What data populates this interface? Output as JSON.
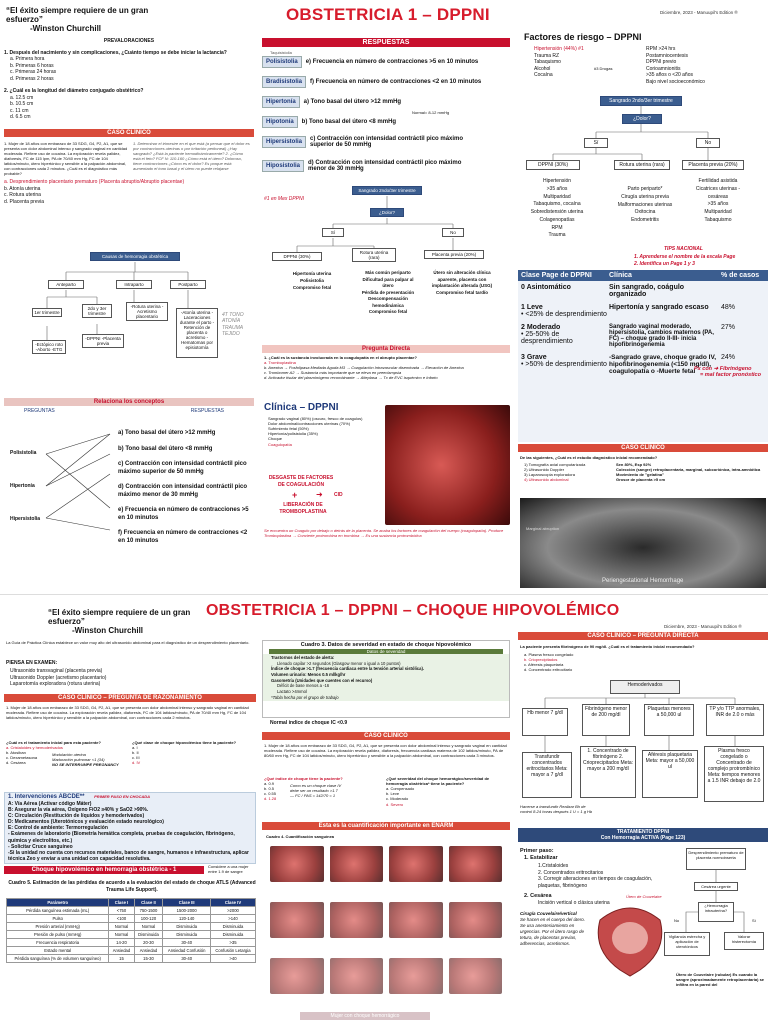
{
  "top": {
    "quote": "“El éxito siempre requiere de un gran esfuerzo”",
    "author": "-Winston Churchill",
    "title": "OBSTETRICIA 1 – DPPNI",
    "date": "Diciembre, 2023 - Manuupil's Edition ®",
    "prevalence_title": "PREVALORACIONES",
    "q1": "1. Después del nacimiento y sin complicaciones, ¿Cuánto tiempo se debe iniciar la lactancia?",
    "q1_opts": [
      "a.   Primera hora",
      "b.   Primeras 6 horas",
      "c.   Primeras 24 horas",
      "d.   Primeras 2 horas"
    ],
    "q2": "2. ¿Cuál es la longitud del diámetro conjugado obstétrico?",
    "q2_opts": [
      "a.   12.5 cm",
      "b.   10.5 cm",
      "c.   11 cm",
      "d.   6.5 cm"
    ],
    "case_title": "CASO CLÍNICO",
    "case_text": "1.  Mujer de 18 años con embarazo de 33 SDG, G4, P2, A1, que se presenta con dolor abdominal intenso y sangrado vaginal en cantidad moderada. Refiere uso de cocaína. La exploración revela palidez, diaforesis, FC de 115 lpm, PA de 70/40 mm Hg, FC de 104 latidos/minuto, útero hipertónico y sensible a la palpación abdominal, con contracciones cada 2 minutos. ¿Cuál es el diagnóstico más probable?",
    "case_side": "1. Determinar el trimestre en el que está (a pensar que el dolor es por contracciones uterinas o por irritación peritoneal) ¿Hay sangrado? ¿Está la paciente hemodinámicamente? 2. ¿Cómo está el feto? FCF N: 110-160 ¿Cómo está el útero? Doloroso, tiene contracciones ¿Cómo es el dolor? Es porque está aumentado el tono basal y el útero no puede relajarse",
    "case_answer": "a.  Desprendimiento placentario prematuro (Placenta abruptio/Abruptio placentae)",
    "case_opts": [
      "b.  Atonía uterina",
      "c.  Rotura uterina",
      "d.  Placenta previa"
    ],
    "diagram_title": "Causas de hemorragia obstétrica",
    "diagram_cols": [
      "Anteparto",
      "Intraparto",
      "Postparto"
    ],
    "diagram_ante": [
      "1er trimestre",
      "2do y 3er trimestre",
      "-Ectópico roto -Aborto -ETG",
      "-DPPNI -Placenta previa"
    ],
    "diagram_intra": [
      "-Rotura uterina -Acretismo placentario"
    ],
    "diagram_post": [
      "-Atonía uterina -Laceraciones durante el parto -Retención de placenta o acretismo -Hematomas por episiotomía"
    ],
    "diagram_note": "4T TONO ATONÍA TRAUMA TEJIDO",
    "relate_title": "Relaciona los conceptos",
    "relate_left_head": "PREGUNTAS",
    "relate_right_head": "RESPUESTAS",
    "relate_left": [
      "Polisistolia",
      "Hipertonía",
      "Hipersistolia"
    ],
    "relate_right": [
      "a) Tono basal del útero >12 mmHg",
      "b) Tono basal del útero <8 mmHg",
      "c) Contracción con intensidad contráctil pico máximo superior de 50 mmHg",
      "d) Contracción con intensidad contráctil pico máximo menor de 30 mmHg",
      "e) Frecuencia en número de contracciones >5 en 10 minutos",
      "f) Frecuencia en número de contracciones <2 en 10 minutos"
    ]
  },
  "respuestas": {
    "title": "RESPUESTAS",
    "sub": "Taquisistolia",
    "rows": [
      {
        "k": "Polisistolia",
        "v": "e) Frecuencia en número de contracciones >5 en 10 minutos"
      },
      {
        "k": "Bradisistolia",
        "v": "f) Frecuencia en número de contracciones <2 en 10 minutos"
      },
      {
        "k": "Hipertonía",
        "v": "a) Tono basal del útero >12 mmHg"
      },
      {
        "k": "Hipotonía",
        "v": "b) Tono basal del útero <8 mmHg"
      },
      {
        "k": "Hipersistolia",
        "v": "c) Contracción con intensidad contráctil pico máximo superior de 50 mmHg"
      },
      {
        "k": "Hiposistolia",
        "v": "d) Contracción con intensidad contráctil pico máximo menor de 30 mmHg"
      }
    ],
    "normal": "Normal= 8-12 mmHg",
    "mex": "#1 en Mex DPPNI",
    "flow_top": "Sangrado 2ndo/3er trimestre",
    "flow_dolor": "¿Dolor?",
    "flow_si": "Sí",
    "flow_no": "No",
    "flow_a": "DPPNI (30%)",
    "flow_b": "Rotura uterina (rara)",
    "flow_c": "Placenta previa (20%)",
    "flow_a_list": [
      "Hipertonía uterina",
      "Polisistolia",
      "Compromiso fetal"
    ],
    "flow_b_list": [
      "Más común periparto",
      "Dificultad para palpar al útero",
      "Pérdida de presentación",
      "Descompensación hemodinámica",
      "Compromiso fetal"
    ],
    "flow_c_list": [
      "Útero sin alteración clínica aparente, placenta con implantación alterada (USG)",
      "Compromiso fetal tardío"
    ],
    "pd_title": "Pregunta Directa",
    "pd_items": [
      "1.  ¿Cuál es la sustancia involucrada en la coagulopatía en el abrupto placentae?",
      "a.  Tromboplastina",
      "b.  Anexina → Fosfolipasa Mediada Aguda M3 → Coagulación Intravascular diseminada → Elevación de Anexina",
      "c.  Trombomer A2 → Sustancia más importante que se eleva en preeclampsia",
      "d.  Activador tisular del plasminógeno recombinante → Alteplasa → Tx de EVC isquémico e Infarto"
    ],
    "clin_title": "Clínica – DPPNI",
    "clin_items": [
      "Sangrado vaginal (80%) (oscuro, fresco de coagulos)",
      "Dolor abdominal/contracciones uterinas (70%)",
      "Sufrimiento fetal (50%)",
      "Hipertonía/polisistolia (35%)",
      "Choque",
      "Coagulopatía"
    ],
    "desgaste": "DESGASTE DE FACTORES DE COAGULACIÓN",
    "cid": "CID",
    "lib": "LIBERACIÓN DE TROMBOPLASTINA",
    "couv": "Se encuentra un Coagulo por debajo o detrás de la placenta. Se acaba los factores de coagulación del cuerpo (coagulopatía). Produce Tromboplastina → Convierte protrombina en trombina → Es una sustancia protrombótica"
  },
  "right": {
    "date": "Diciembre, 2023 - Manuupil's Edition ®",
    "fr_title": "Factores de riesgo – DPPNI",
    "fr_left": [
      "Hipertensión (44%) #1",
      "Trauma RZ",
      "Tabaquismo",
      "Alcohol",
      "Cocaína"
    ],
    "fr_drugs": "#3 Drogas",
    "fr_right": [
      "RPM >24 hrs",
      "Postamniocentesis",
      "DPPNI previo",
      "Corioamnionitis",
      ">35 años o <20 años",
      "Bajo nivel socioeconómico"
    ],
    "flow_top": "Sangrado 2ndo/3er trimestre",
    "flow_dolor": "¿Dolor?",
    "flow_si": "Sí",
    "flow_no": "No",
    "flow_a": "DPPNI (30%)",
    "flow_b": "Rotura uterina (rara)",
    "flow_c": "Placenta previa (20%)",
    "list_a": [
      "Hipertensión",
      ">35 años",
      "Multiparidad",
      "Tabaquismo, cocaína",
      "Sobredistensión uterina",
      "Colagenopatías",
      "RPM",
      "Trauma"
    ],
    "list_b": [
      "Parto periparto*",
      "Cirugía uterina previa",
      "Malformaciones uterinas",
      "Oxitocina",
      "Endometritis"
    ],
    "list_c": [
      "Fertilidad asistida",
      "Cicatrices uterinas - cesáreas",
      ">35 años",
      "Multiparidad",
      "Tabaquismo"
    ],
    "tips_title": "TIPS NACIONAL",
    "tips": [
      "1. Aprenderse el nombre de la escala Page",
      "2. Identifica un Page 1 y 3"
    ],
    "cls_head": [
      "Clase Page de DPPNI",
      "Clínica",
      "% de casos"
    ],
    "cls": [
      {
        "c": "0 Asintomático",
        "d": "",
        "k": "Sin sangrado, coágulo organizado",
        "p": ""
      },
      {
        "c": "1 Leve",
        "d": "• <25% de desprendimiento",
        "k": "Hipertonía y sangrado escaso",
        "p": "48%"
      },
      {
        "c": "2 Moderado",
        "d": "• 25-50% de desprendimiento",
        "k": "Sangrado vaginal moderado, hipersistolia, cambios maternos (PA, FC) – choque grado II-III- inicia hipofibrinogenemia",
        "p": "27%"
      },
      {
        "c": "3 Grave",
        "d": "• >50% de desprendimiento",
        "k": "-Sangrado grave, choque grado IV, hipofibrinogenemia (<150 mg/dl), coagulopatía o -Muerte fetal",
        "p": "24%"
      }
    ],
    "px_con": "Px con",
    "fibrino": "Fibrinógeno",
    "mal_factor": "= mal factor pronóstico",
    "case_title": "CASO CLÍNICO",
    "case_q": "De las siguientes, ¿Cuál es el estudio diagnóstico inicial recomendado?",
    "case_opts": [
      "1)  Tomografía axial computarizada",
      "2)  Ultrasonido Doppler",
      "3)  Laparoscopia exploradora",
      "4)  Ultrasonido abdominal"
    ],
    "case_facts": [
      "Sen 80%, Esp 92%",
      "Colección (sangre) retroplacentaria, marginal, subcoriónica, intra-amniótica",
      "Movimiento de \"gelatina\"",
      "Grosor de placenta >5 cm"
    ],
    "us_label": "Periengestational Hemorrhage",
    "us_label2": "Marginal abruption"
  },
  "bottom": {
    "quote": "“El éxito siempre requiere de un gran esfuerzo”",
    "author": "-Winston Churchill",
    "title": "OBSTETRICIA 1 – DPPNI – CHOQUE HIPOVOLÉMICO",
    "date": "Diciembre, 2023 - Manuupil's Edition ®",
    "intro": "La Guía de Práctica Clínica establece un valor muy alto del ultrasonido abdominal para el diagnóstico de un desprendimiento placentario.",
    "pensar": "PIENSA EN EXAMEN:",
    "pensar_items": [
      "Ultrasonido transvaginal (placenta previa)",
      "Ultrasonido Doppler (acretismo placentario)",
      "Laparotomía exploradora (rotura uterina)"
    ],
    "razon_title": "CASO CLÍNICO – PREGUNTA DE RAZONAMIENTO",
    "razon_text": "1.  Mujer de 18 años con embarazo de 33 SDG, G4, P2, A1, que se presenta con dolor abdominal intenso y sangrado vaginal en cantidad moderada. Refiere uso de cocaína. La exploración revela palidez, diaforesis, FC de 104 latidos/minuto, PA de 70/40 mm Hg, FC de 104 latidos/minuto, útero hipertónico y sensible a la palpación abdominal, con contracciones cada 2 minutos.",
    "tx_q": "¿Cuál es el tratamiento inicial para esta paciente?",
    "tx_opts": [
      "a.  Cristaloides y hemoderivados",
      "b.  Atosiban",
      "c.  Dexametasona",
      "d.  Cesárea"
    ],
    "tx_notes": [
      "Modulación uterina",
      "Maduración pulmonar <1 (34)",
      "NO SE INTERRUMPE PREGNANCY"
    ],
    "grade_q": "¿Qué clase de choque hipovolémico tiene la paciente?",
    "grade_opts": [
      "a.  I",
      "b.  II",
      "c.  III",
      "d.  IV"
    ],
    "abcde_title": "1. Intervenciones ABCDE**",
    "abcde_red": "PRIMER PASO EN CHOCADA",
    "abcde": [
      "A: Vía Aérea (Activar código Máter)",
      "B: Asegurar la vía aérea, Oxígeno FiO2 ≥40% y SaO2 >90%.",
      "C: Circulación (Restitución de líquidos y hemoderivados)",
      "D: Medicamentos (Uterotónicos y evaluación estado neurológico)",
      "E: Control de ambiente: Termorregulación",
      "- Exámenes de laboratorio (Biometría hemática completa, pruebas de coagulación, fibrinógeno, química y electrolitos, etc.)",
      "- Solicitar Cruce sanguíneo",
      "-Si la unidad no cuenta con recursos materiales, banco de sangre, humanos e infraestructura, aplicar técnica Zeo y enviar a una unidad con capacidad resolutiva."
    ],
    "choque_title": "Choque hipovolémico en hemorragia obstétrica - 1",
    "choque_side": "Considere a una mujer entre 1.9 de sangre",
    "atls_title": "Cuadro 5.  Estimación de las pérdidas de acuerdo a la evaluación del estado de choque ATLS (Advanced Trauma Life Support).",
    "atls_head": [
      "Parámetro",
      "Clase I",
      "Clase II",
      "Clase III",
      "Clase IV"
    ],
    "atls_rows": [
      [
        "Pérdida sanguínea estimada (mL)",
        "<750",
        "750-1500",
        "1500-2000",
        ">2000"
      ],
      [
        "Pulso",
        "<100",
        "100-120",
        "120-140",
        ">140"
      ],
      [
        "Presión arterial (mmHg)",
        "Normal",
        "Normal",
        "Disminuida",
        "Disminuida"
      ],
      [
        "Presión de pulso (mmHg)",
        "Normal",
        "Disminuida",
        "Disminuida",
        "Disminuida"
      ],
      [
        "Frecuencia respiratoria",
        "14-20",
        "20-30",
        "30-40",
        ">35"
      ],
      [
        "Estado mental",
        "Ansiedad",
        "Ansiedad",
        "Ansiedad Confusión",
        "Confusión Letargia"
      ],
      [
        "Pérdida sanguínea (% de volumen sanguíneo)",
        "15",
        "15-30",
        "30-40",
        ">40"
      ]
    ],
    "c3_title": "Cuadro 3. Datos de severidad en estado de choque hipovolémico",
    "c3_sub": "Datos de severidad",
    "c3_items": [
      "Trastornos del estado de alerta:",
      "Llenado capilar >2 segundos (Glasgow menor o igual a 10 puntos)",
      "Índice de choque >1.7 (frecuencia cardiaca entre la tensión arterial sistólica).",
      "Volumen urinario: Menos 0.5 ml/kg/hr",
      "Gasometría (Unidades que cuentes con el recurso)",
      "Déficit de base menos a -16",
      "Lactato >4mmol",
      "*Tabla hecha por el grupo de trabajo"
    ],
    "normal_ic": "Normal índice de choque IC <0.9",
    "case2_title": "CASO CLÍNICO",
    "case2_text": "1.  Mujer de 18 años con embarazo de 33 SDG, G4, P2, A1, que se presenta con dolor abdominal intenso y sangrado vaginal en cantidad moderada. Refiere uso de cocaína. La exploración revela palidez, diaforesis, frecuencia cardiaca materna de 102 latidos/minuto, PA de 80/60 mm Hg, FC de 104 latidos/minuto, útero hipertónico y sensible a la palpación abdominal, con contracciones cada 3 minutos.",
    "ic_q": "¿Qué índice de choque tiene la paciente?",
    "ic_opts": [
      "a.  0.9",
      "b.  0.5",
      "c.  0.55",
      "d.  1.28"
    ],
    "ic_notes": [
      "Como es un choque clase IV",
      "debe ser un resultado >1.7",
      "— FC / PAS = 142/70 = 1"
    ],
    "sev_q": "¿Qué severidad del choque hemorrágico/severidad de hemorragia obstétrica* tiene la paciente?",
    "sev_opts": [
      "a.  Compensado",
      "b.  Leve",
      "c.  Moderado",
      "d.  Severo"
    ],
    "enarm_title": "Esta es la cuantificación importante en ENARM",
    "enarm_sub": "Cuadro 4. Cuantificación sanguínea",
    "choque_btn": "Mujer con choque hemorrágico",
    "pd_title": "CASO CLÍNICO – PREGUNTA DIRECTA",
    "pd_q": "La paciente presenta fibrinógeno de 90 mg/dl. ¿Cuál es el tratamiento inicial recomendado?",
    "pd_opts": [
      "a.  Plasma fresco congelado",
      "b.  Crioprecipitados",
      "c.  Aféresis plaquetaria",
      "d.  Concentrado eritrocitario"
    ],
    "hemo_title": "Hemoderivados",
    "hemo_boxes": [
      "Hb menor 7 g/dl",
      "Fibrinógeno menor de 200 mg/dl",
      "Plaquetas menores a 50,000 ul",
      "TP y/o TTP anormales, INR de 2.0 o más"
    ],
    "hemo_tx": [
      "Transfundir concentrados eritrocitarios Meta: mayor a 7 g/dl",
      "1. Concentrado de fibrinógeno 2. Crioprecipitados Meta: mayor a 200 mg/dl",
      "Aféresis plaquetaria Meta: mayor a 50,000 ul",
      "Plasma fresco congelado o Concentrado de complejo protrombínico Meta: tiempos menores a 1.5 INR debajo de 2.0"
    ],
    "hemo_note": "Hacerse a transfundir Realizar Bh de control 8-24 horas después 1 U = 1 g Hb",
    "tx_title": "TRATAMIENTO DPPNI",
    "tx_sub": "Con Hemorragia ACTIVA (Page 123)",
    "primer": "Primer paso:",
    "estab": "1.   Estabilizar",
    "estab_items": [
      "1.Cristaloides",
      "2. Concentrados eritrocitarios",
      "3. Corregir alteraciones en tiempos de coagulación, plaquetas, fibrinógeno"
    ],
    "cesarea": "2.   Cesárea",
    "cesarea_item": "Incisión vertical o clásica uterina",
    "couv_title": "Cirugía Couvelaire/vertical",
    "couv_text": "Se hacen en el cuerpo del útero. Se usa anestesiamiento en urgencias. Por el útero rasgo de tetura, de placentas previas, adherencias, acretismos.",
    "utero_label": "Útero de Couvelaire",
    "utero_caption": "Útero de Couvelaire (rubular) Es cuando la sangre (aproximadamente retroplacentaria) se infiltra en la pared del",
    "flow2": [
      "Desprendimiento prematuro de placenta normoinserta",
      "Cesárea urgente",
      "¿Hemorragia intrauterina?",
      "Vigilancia estrecha y aplicación de uterotónicos",
      "Valorar histerectomía"
    ],
    "flow2_si": "Sí",
    "flow2_no": "No"
  }
}
